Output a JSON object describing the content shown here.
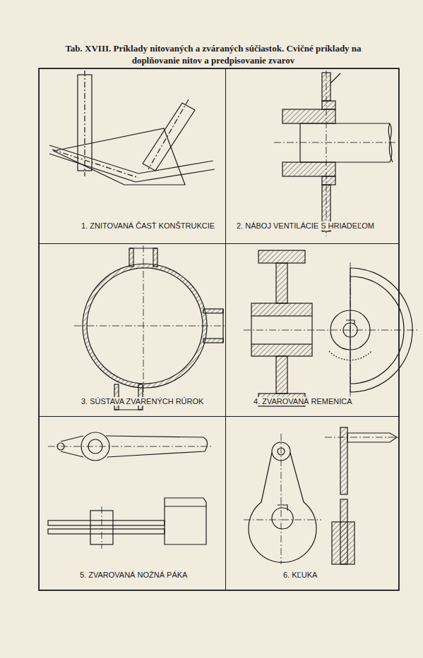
{
  "diagram": {
    "title": "Tab. XVIII. Príklady nitovaných a zváraných súčiastok. Cvičné príklady na doplňovanie nitov a predpisovanie zvarov",
    "nodes": [
      {
        "text": [
          "1. ZNITOVANÁ ČASŤ KONŠTRUKCIE"
        ]
      },
      {
        "text": [
          "2. NÁBOJ VENTILÁCIE S HRIADEĽOM"
        ]
      },
      {
        "text": [
          "3. SÚSTAVA ZVARENÝCH RÚROK"
        ]
      },
      {
        "text": [
          "4. ZVAROVANÁ REMENICA"
        ]
      },
      {
        "text": [
          "5. ZVAROVANÁ NOŽNÁ PÁKA"
        ]
      },
      {
        "text": [
          "6. KĽUKA"
        ]
      }
    ]
  }
}
